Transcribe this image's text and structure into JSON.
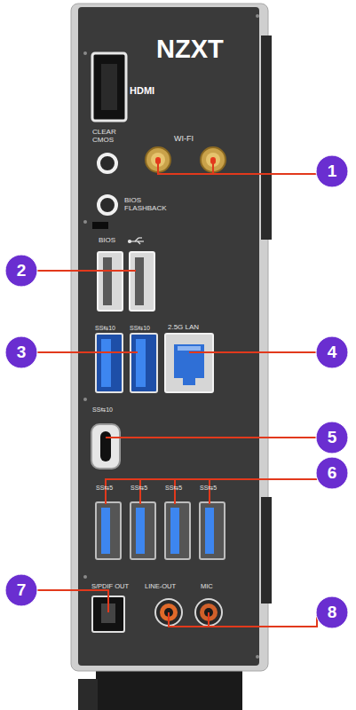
{
  "diagram": {
    "labels": [
      "NZXT",
      "HDMI",
      "CLEAR CMOS",
      "WI-FI",
      "1",
      "BIOS FLASHBACK",
      "BIOS",
      "2",
      "SS⇆10",
      "SS⇆10",
      "2.5G LAN",
      "3",
      "4",
      "SS⇆10",
      "5",
      "SS⇆5",
      "SS⇆5",
      "SS⇆5",
      "SS⇆5",
      "6",
      "S/PDIF OUT",
      "LINE-OUT",
      "MIC",
      "7",
      "8"
    ]
  }
}
